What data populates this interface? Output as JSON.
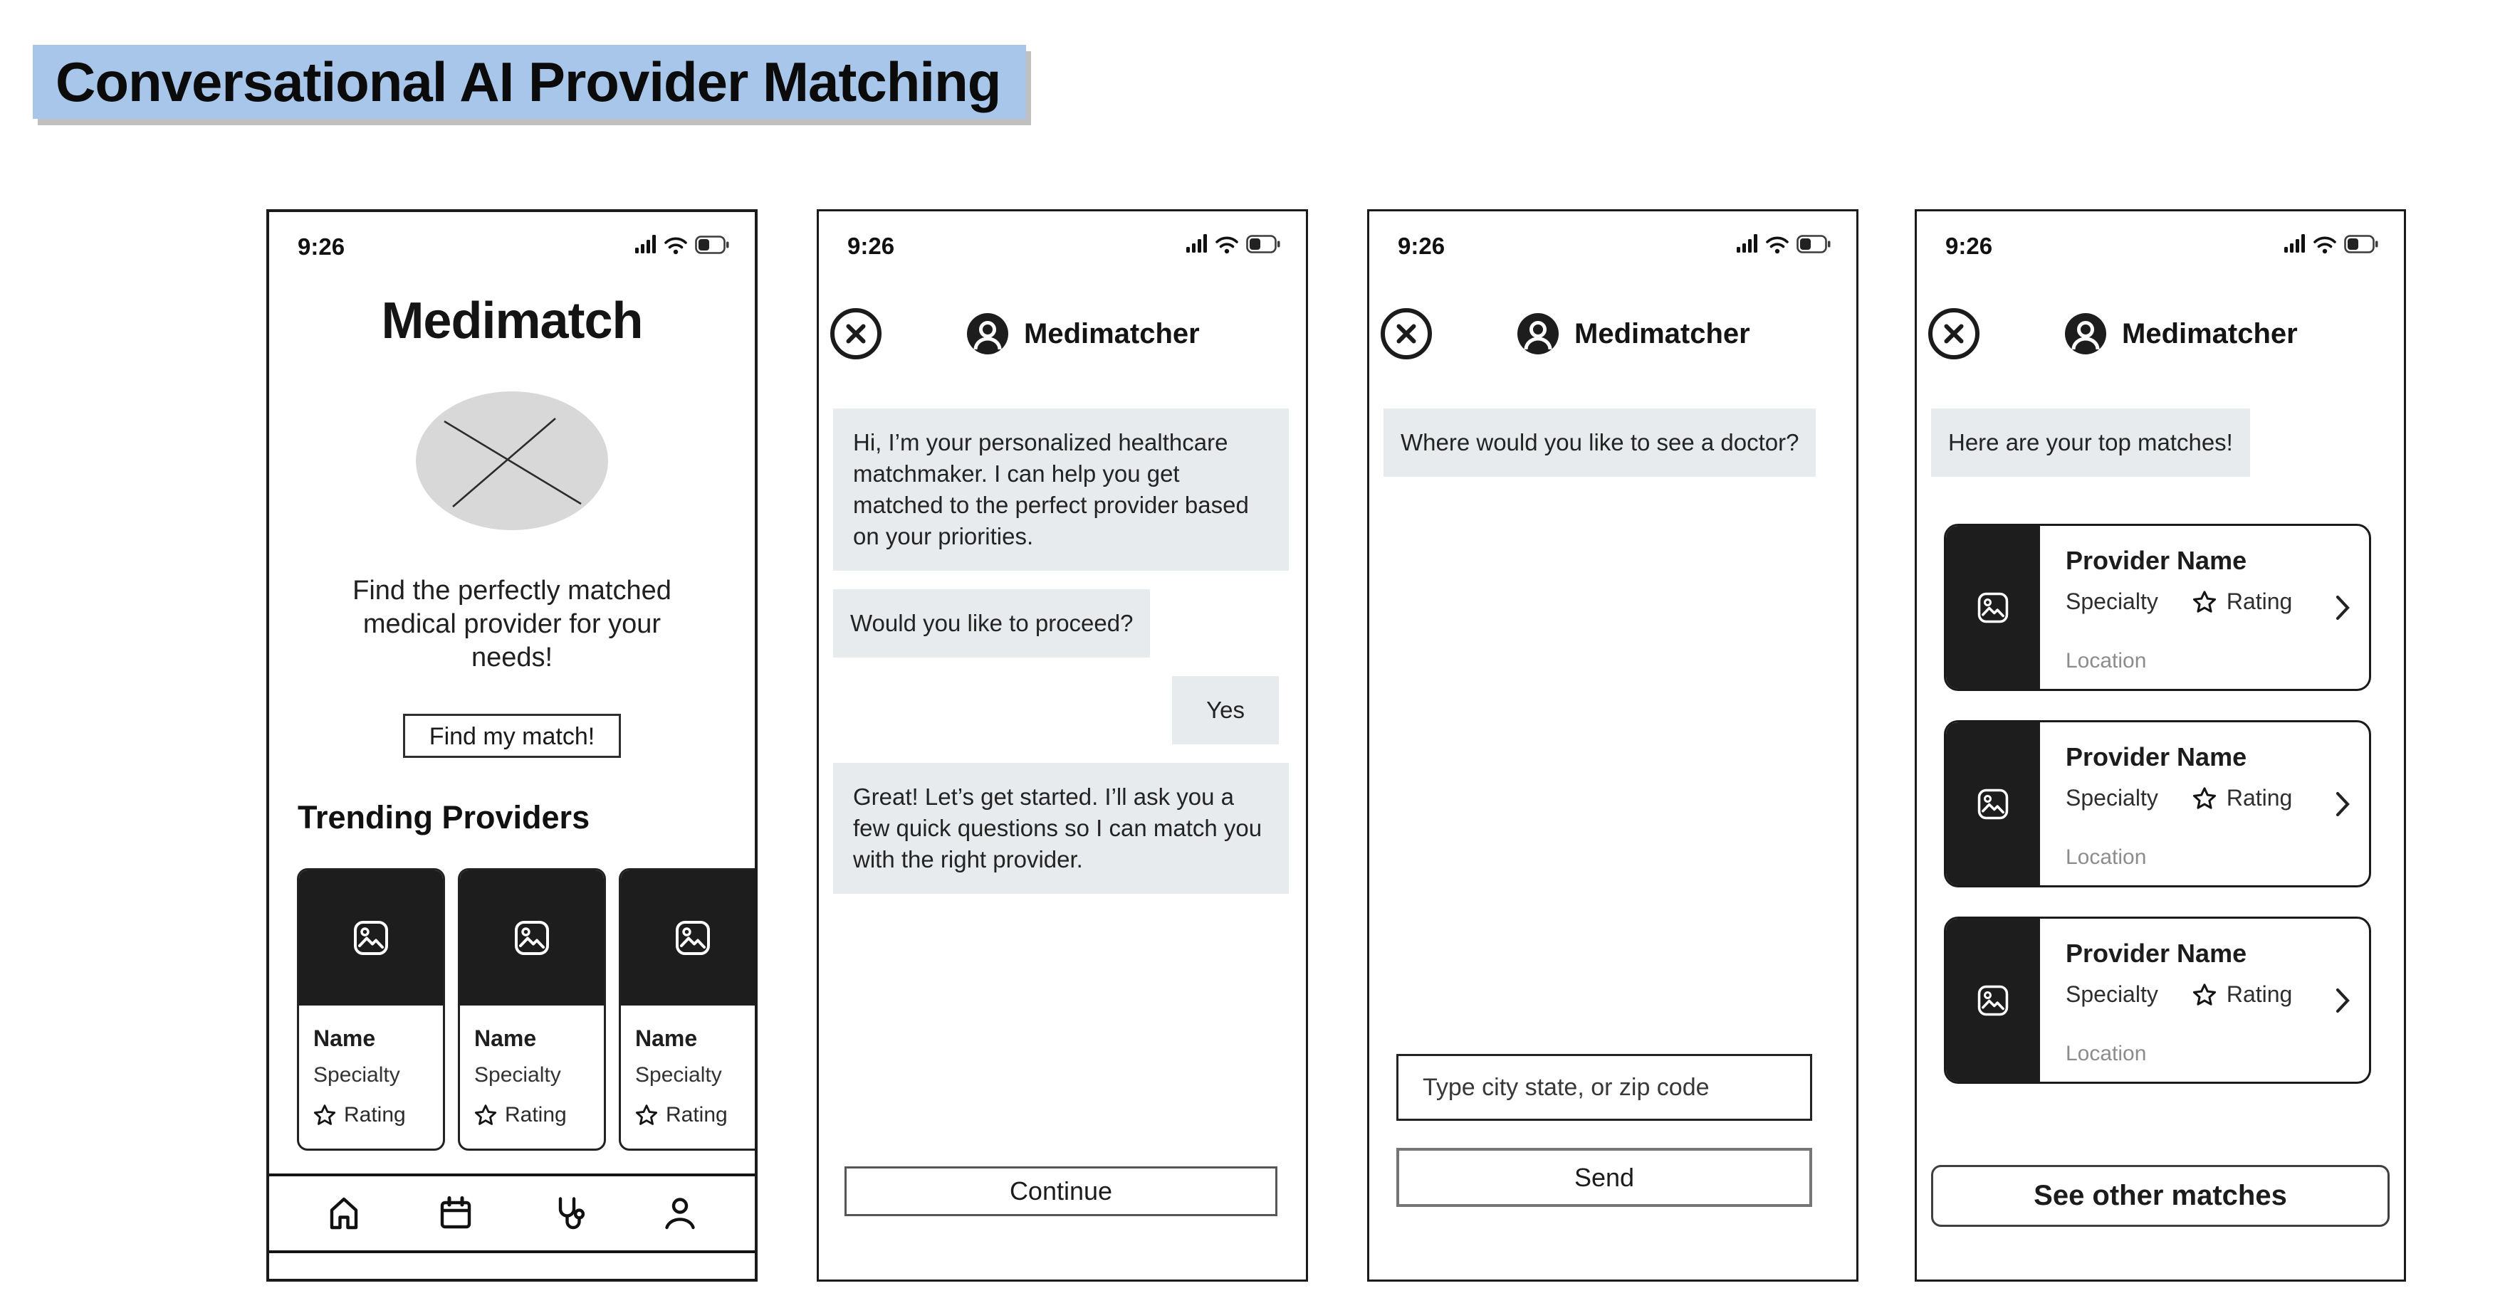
{
  "page": {
    "title": "Conversational AI Provider Matching",
    "colors": {
      "title_highlight": "#a7c6ea",
      "bubble_gray": "#e8ebee",
      "panel_dark": "#1d1d1d",
      "placeholder_img_gray": "#d8d8d8",
      "location_gray": "#8c8c8c"
    }
  },
  "status": {
    "time": "9:26",
    "icons": [
      "cellular-signal-icon",
      "wifi-icon",
      "battery-icon"
    ]
  },
  "screen1": {
    "app_name": "Medimatch",
    "tagline": "Find the perfectly matched medical provider for your needs!",
    "cta_label": "Find my match!",
    "section_title": "Trending Providers",
    "cards": [
      {
        "name": "Name",
        "specialty": "Specialty",
        "rating": "Rating"
      },
      {
        "name": "Name",
        "specialty": "Specialty",
        "rating": "Rating"
      },
      {
        "name": "Name",
        "specialty": "Specialty",
        "rating": "Rating"
      }
    ],
    "nav_icons": [
      "home-icon",
      "calendar-icon",
      "stethoscope-icon",
      "profile-icon"
    ]
  },
  "screen2": {
    "bot_name": "Medimatcher",
    "messages": [
      {
        "from": "bot",
        "text": "Hi, I’m your personalized healthcare matchmaker. I can help you get matched to the perfect provider based on your priorities."
      },
      {
        "from": "bot",
        "text": "Would you like to proceed?"
      },
      {
        "from": "user",
        "text": "Yes"
      },
      {
        "from": "bot",
        "text": "Great! Let’s get started. I’ll ask you a few quick questions so I can match you with the right provider."
      }
    ],
    "button_label": "Continue"
  },
  "screen3": {
    "bot_name": "Medimatcher",
    "message": "Where would you like to see a doctor?",
    "input_placeholder": "Type city state, or zip code",
    "button_label": "Send"
  },
  "screen4": {
    "bot_name": "Medimatcher",
    "message": "Here are your top matches!",
    "matches": [
      {
        "name": "Provider Name",
        "specialty": "Specialty",
        "rating": "Rating",
        "location": "Location"
      },
      {
        "name": "Provider Name",
        "specialty": "Specialty",
        "rating": "Rating",
        "location": "Location"
      },
      {
        "name": "Provider Name",
        "specialty": "Specialty",
        "rating": "Rating",
        "location": "Location"
      }
    ],
    "button_label": "See other matches"
  }
}
